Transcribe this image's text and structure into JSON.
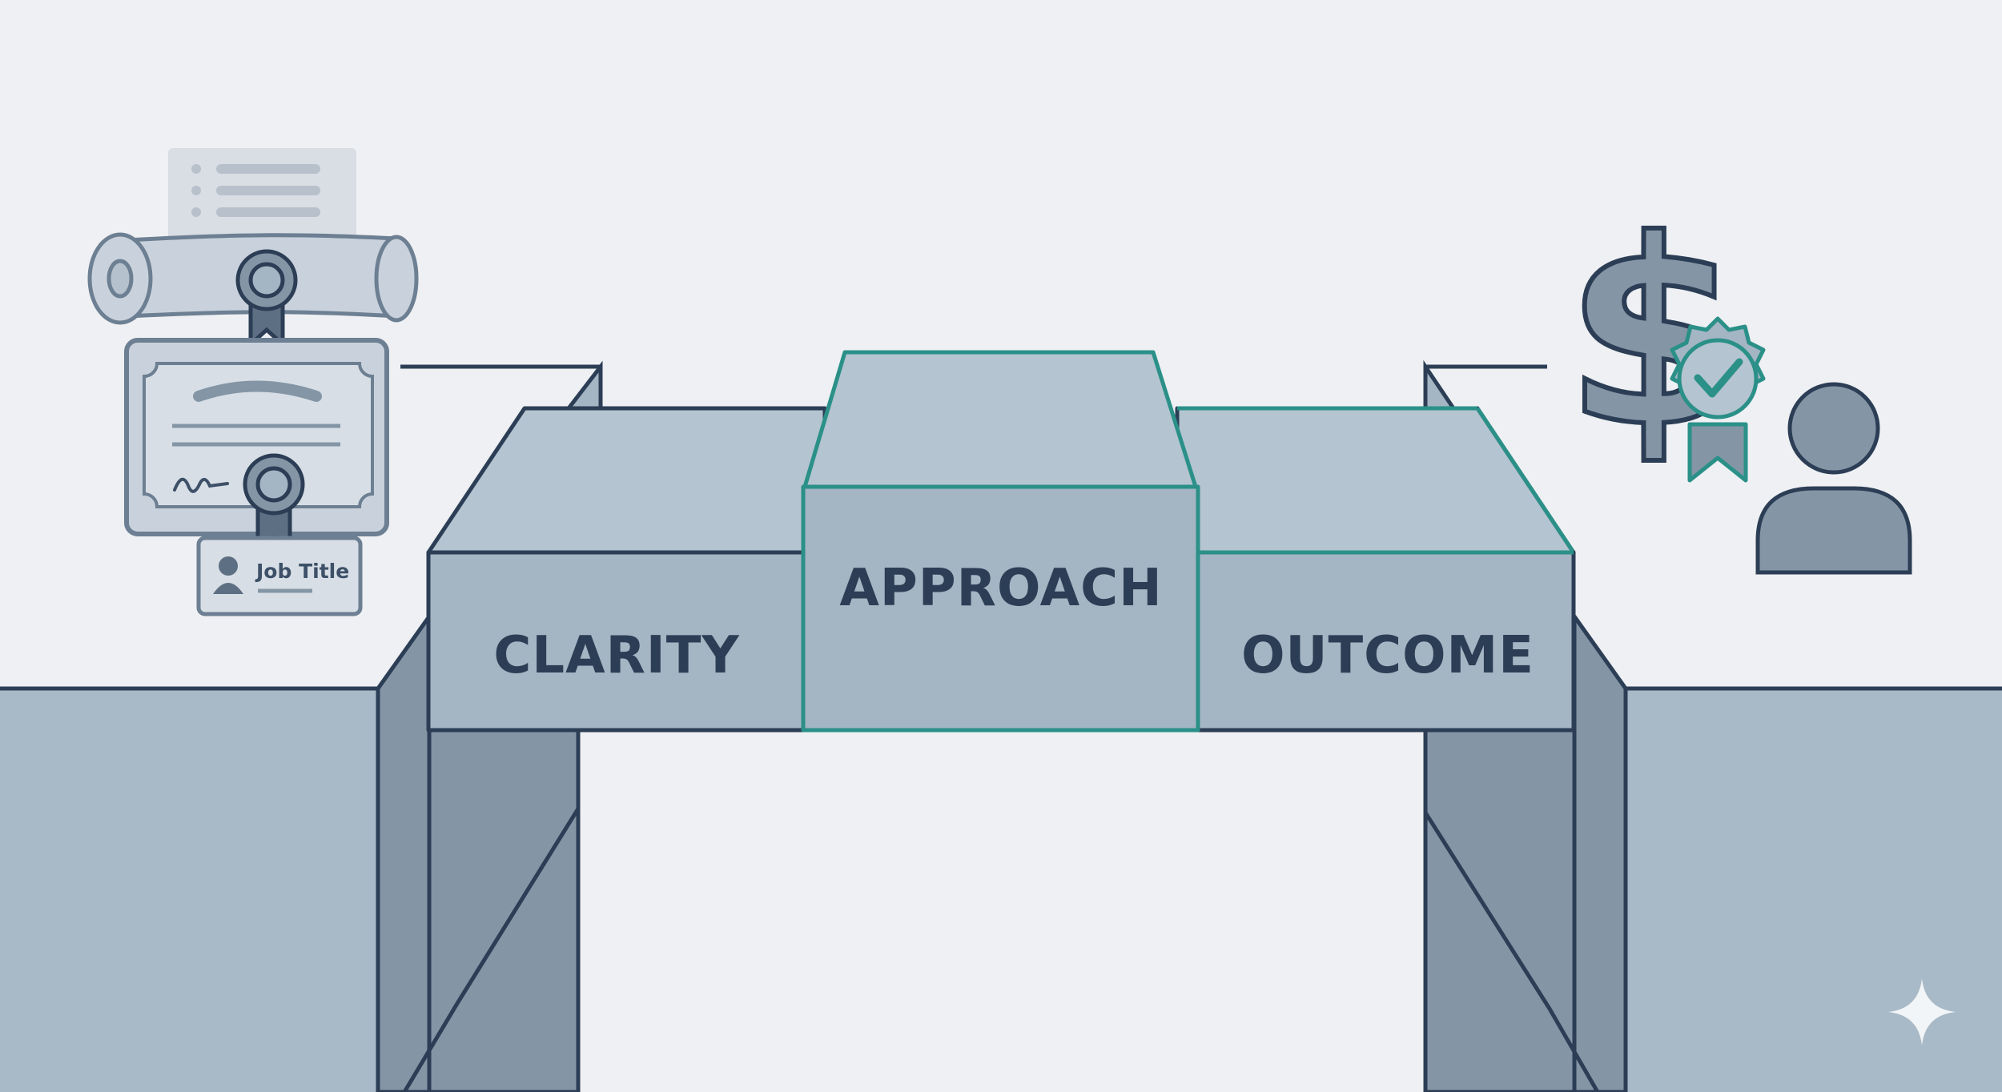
{
  "diagram": {
    "blocks": [
      {
        "id": "clarity",
        "label": "CLARITY"
      },
      {
        "id": "approach",
        "label": "APPROACH"
      },
      {
        "id": "outcome",
        "label": "OUTCOME"
      }
    ],
    "left_cluster": {
      "badge_label": "Job Title"
    },
    "colors": {
      "background": "#eef0f3",
      "stroke": "#2c3e55",
      "accent": "#2a9088",
      "block_front": "#a4b5c4",
      "block_top": "#b4c4d0",
      "pillar_dark": "#8496a6",
      "pillar_light": "#a8bac8"
    }
  }
}
